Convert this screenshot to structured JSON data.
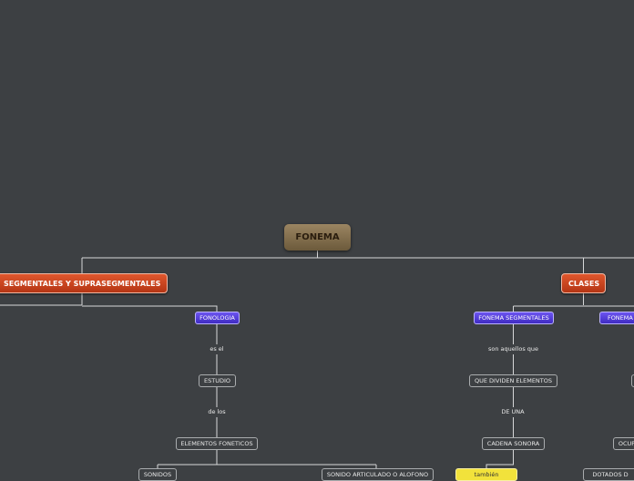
{
  "map": {
    "root": "FONEMA",
    "segmentales_suprasegmentales": "SEGMENTALES Y SUPRASEGMENTALES",
    "clases": "CLASES",
    "fonologia": "FONOLOGIA",
    "es_el": "es el",
    "estudio": "ESTUDIO",
    "de_los": "de los",
    "elementos_foneticos": "ELEMENTOS FONETICOS",
    "fonema_segmentales": "FONEMA SEGMENTALES",
    "fonema_s_partial": "FONEMA S",
    "son_aquellos_que": "son aquellos que",
    "que_dividen": "QUE DIVIDEN ELEMENTOS",
    "de_una": "DE UNA",
    "cadena_sonora": "CADENA SONORA",
    "ocup_partial": "OCUP",
    "partial_sonidos": "SONIDOS",
    "partial_sonido_articulado": "SONIDO ARTICULADO O ALOFONO",
    "partial_dotados": "DOTADOS D",
    "partial_yellow": "también"
  }
}
